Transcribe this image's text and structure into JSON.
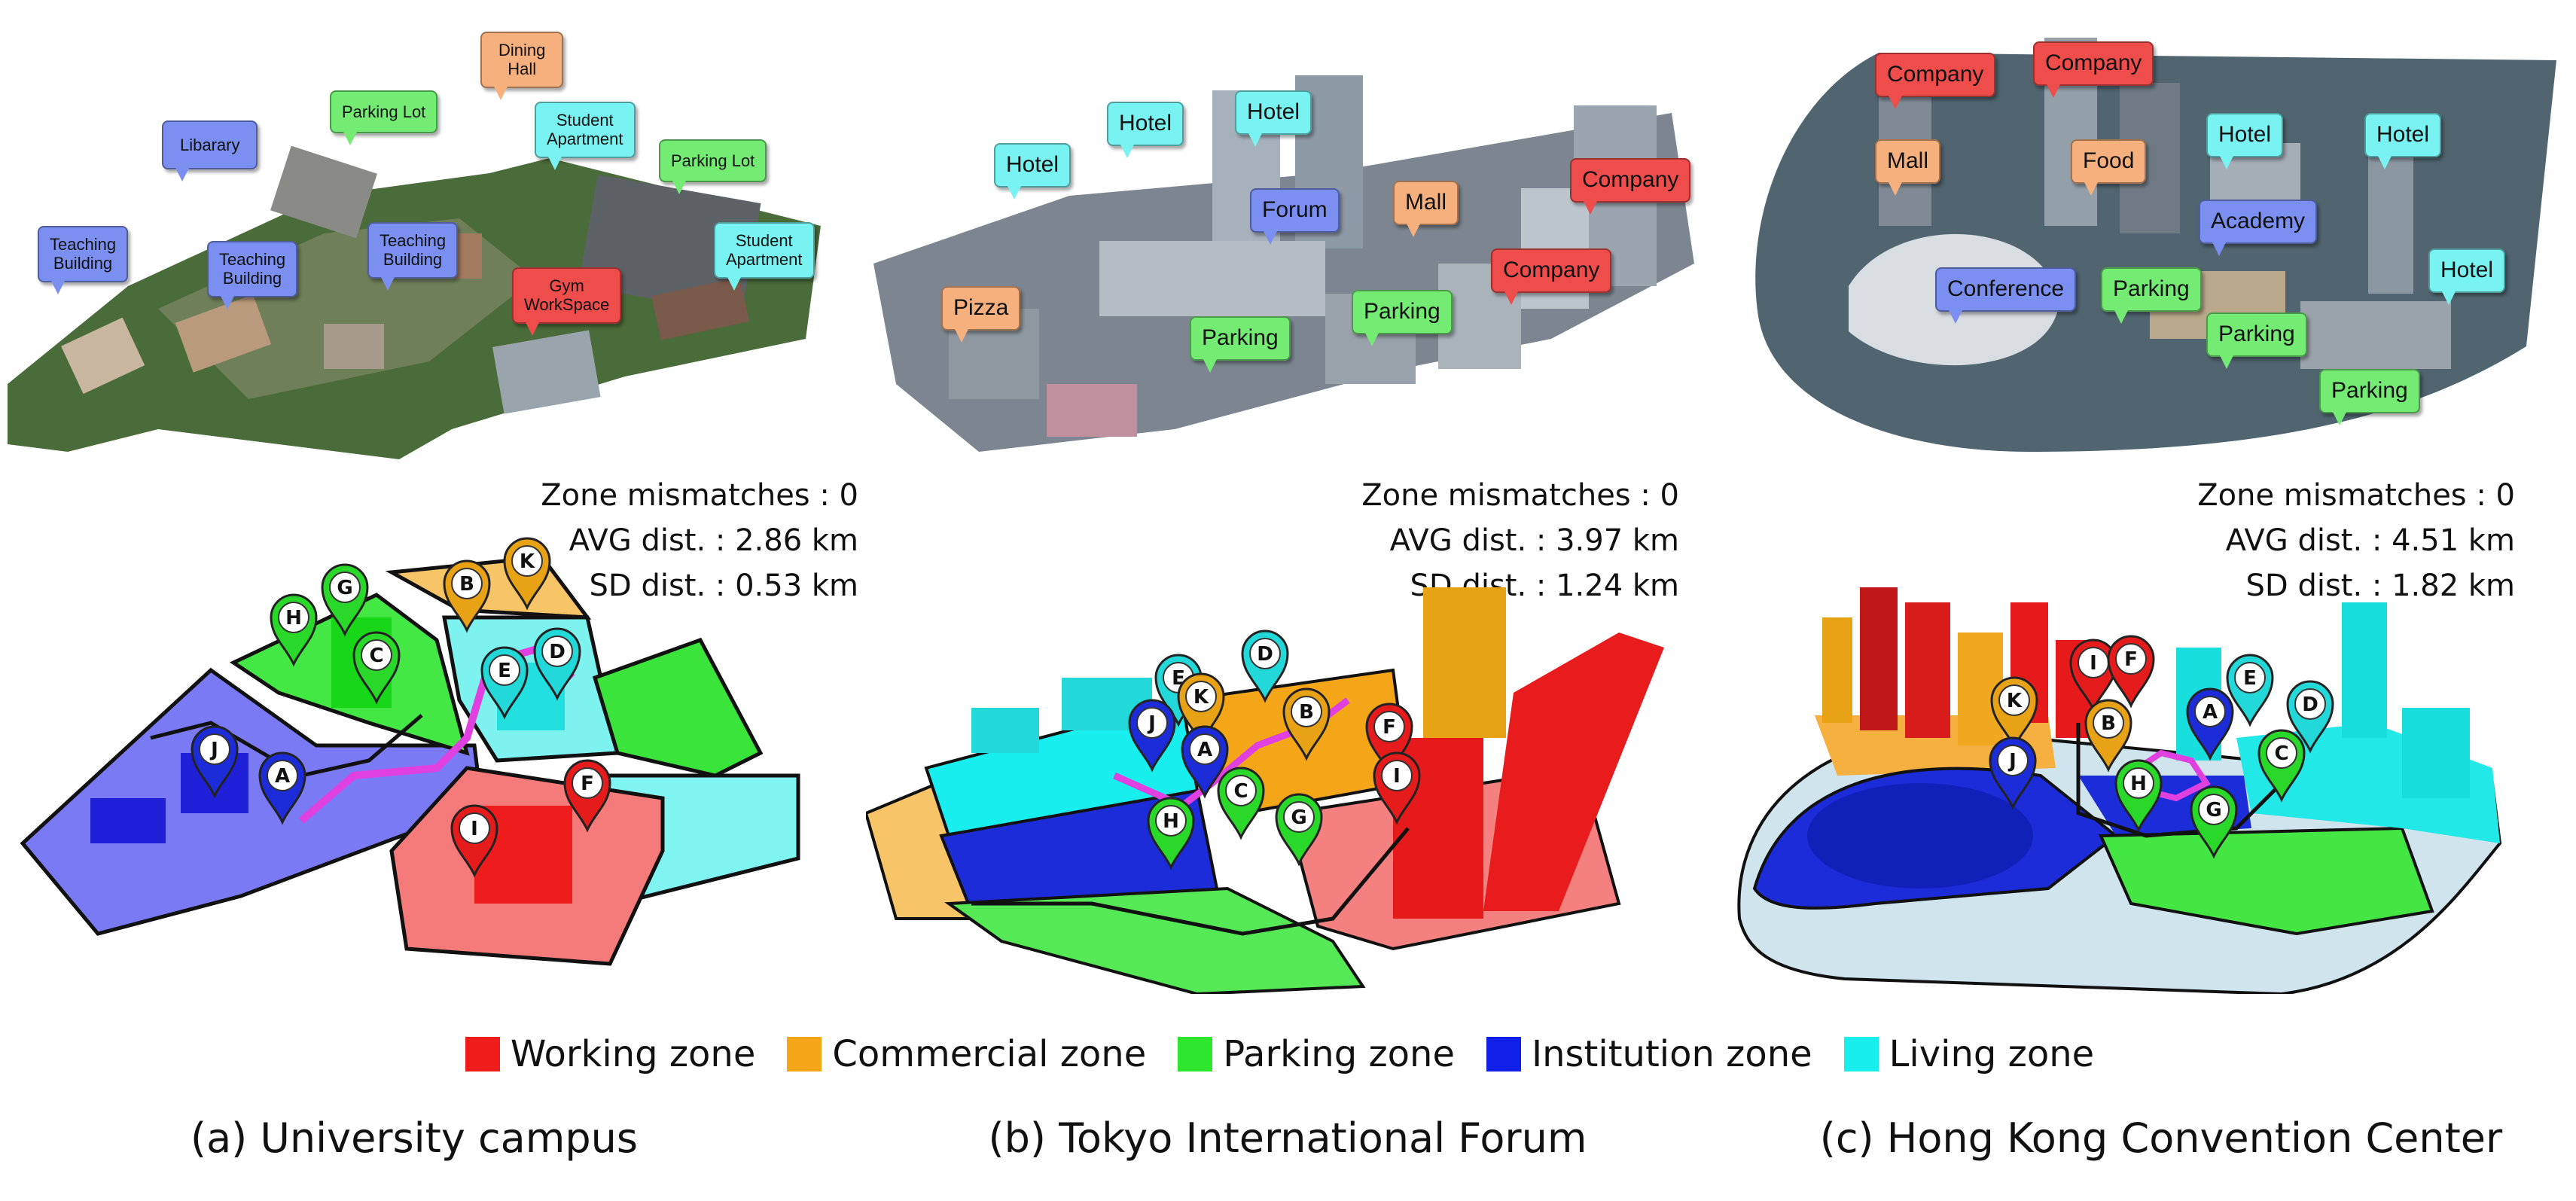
{
  "colors": {
    "working": "#f01c1c",
    "commercial": "#f5a518",
    "parking": "#2ee62e",
    "institution": "#1020e8",
    "living": "#18eeee",
    "route": "#e040e0"
  },
  "panels": [
    {
      "caption": "(a) University campus",
      "labels": [
        {
          "text": "Teaching\nBuilding",
          "color": "blue"
        },
        {
          "text": "Libarary",
          "color": "blue"
        },
        {
          "text": "Teaching\nBuilding",
          "color": "blue"
        },
        {
          "text": "Teaching\nBuilding",
          "color": "blue"
        },
        {
          "text": "Parking Lot",
          "color": "green"
        },
        {
          "text": "Dining\nHall",
          "color": "orange"
        },
        {
          "text": "Student\nApartment",
          "color": "cyan"
        },
        {
          "text": "Parking Lot",
          "color": "green"
        },
        {
          "text": "Student\nApartment",
          "color": "cyan"
        },
        {
          "text": "Gym\nWorkSpace",
          "color": "red"
        }
      ],
      "stats": {
        "line1": "Zone mismatches : 0",
        "line2": "AVG dist. : 2.86 km",
        "line3": "SD dist. : 0.53 km"
      },
      "pins": [
        "G",
        "H",
        "C",
        "B",
        "K",
        "E",
        "D",
        "J",
        "A",
        "F",
        "I"
      ]
    },
    {
      "caption": "(b) Tokyo International Forum",
      "labels": [
        {
          "text": "Hotel",
          "color": "cyan"
        },
        {
          "text": "Hotel",
          "color": "cyan"
        },
        {
          "text": "Hotel",
          "color": "cyan"
        },
        {
          "text": "Forum",
          "color": "blue"
        },
        {
          "text": "Mall",
          "color": "orange"
        },
        {
          "text": "Company",
          "color": "red"
        },
        {
          "text": "Company",
          "color": "red"
        },
        {
          "text": "Pizza",
          "color": "orange"
        },
        {
          "text": "Parking",
          "color": "green"
        },
        {
          "text": "Parking",
          "color": "green"
        }
      ],
      "stats": {
        "line1": "Zone mismatches : 0",
        "line2": "AVG dist. : 3.97 km",
        "line3": "SD dist. : 1.24 km"
      },
      "pins": [
        "D",
        "E",
        "K",
        "J",
        "B",
        "A",
        "F",
        "I",
        "H",
        "C",
        "G"
      ]
    },
    {
      "caption": "(c) Hong Kong Convention Center",
      "labels": [
        {
          "text": "Company",
          "color": "red"
        },
        {
          "text": "Company",
          "color": "red"
        },
        {
          "text": "Mall",
          "color": "orange"
        },
        {
          "text": "Food",
          "color": "orange"
        },
        {
          "text": "Hotel",
          "color": "cyan"
        },
        {
          "text": "Hotel",
          "color": "cyan"
        },
        {
          "text": "Academy",
          "color": "blue"
        },
        {
          "text": "Hotel",
          "color": "cyan"
        },
        {
          "text": "Conference",
          "color": "blue"
        },
        {
          "text": "Parking",
          "color": "green"
        },
        {
          "text": "Parking",
          "color": "green"
        },
        {
          "text": "Parking",
          "color": "green"
        }
      ],
      "stats": {
        "line1": "Zone mismatches : 0",
        "line2": "AVG dist. : 4.51 km",
        "line3": "SD dist. : 1.82 km"
      },
      "pins": [
        "I",
        "F",
        "E",
        "K",
        "A",
        "D",
        "B",
        "C",
        "J",
        "H",
        "G"
      ]
    }
  ],
  "legend": [
    {
      "label": "Working zone",
      "color": "#f01c1c"
    },
    {
      "label": "Commercial zone",
      "color": "#f5a518"
    },
    {
      "label": "Parking zone",
      "color": "#2ee62e"
    },
    {
      "label": "Institution zone",
      "color": "#1020e8"
    },
    {
      "label": "Living zone",
      "color": "#18eeee"
    }
  ]
}
